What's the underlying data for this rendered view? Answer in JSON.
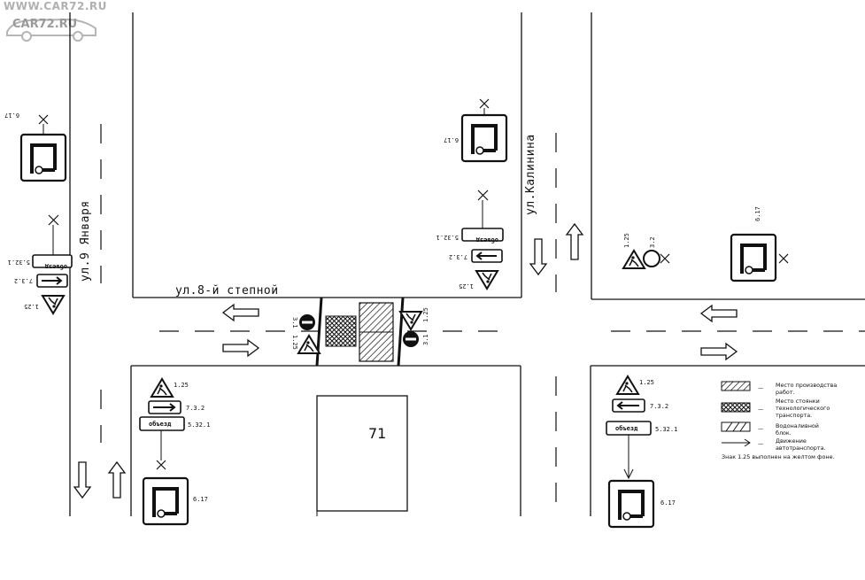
{
  "watermark": {
    "url": "WWW.CAR72.RU",
    "logo_text": "CAR72.RU"
  },
  "streets": {
    "jan9": "ул.9 Января",
    "stepnoy": "ул.8-й степной",
    "kalinina": "ул.Калинина"
  },
  "block_number": "71",
  "sign_codes": {
    "c617": "6.17",
    "c125": "1.25",
    "c732": "7.3.2",
    "c5321": "5.32.1",
    "c31": "3.1",
    "c32": "3.2"
  },
  "sign_text": {
    "detour": "объезд"
  },
  "legend": {
    "work_area": [
      "Место производства",
      "работ."
    ],
    "tech_parking": [
      "Место стоянки",
      "технологического",
      "транспорта."
    ],
    "water_barrier": [
      "Водоналивной",
      "блок."
    ],
    "traffic": [
      "Движение",
      "автотранспорта."
    ],
    "dash": "—",
    "note": "Знак 1.25 выполнен на желтом фоне."
  },
  "colors": {
    "ink": "#111111",
    "paper": "#ffffff",
    "watermark": "#a8a8a8"
  }
}
